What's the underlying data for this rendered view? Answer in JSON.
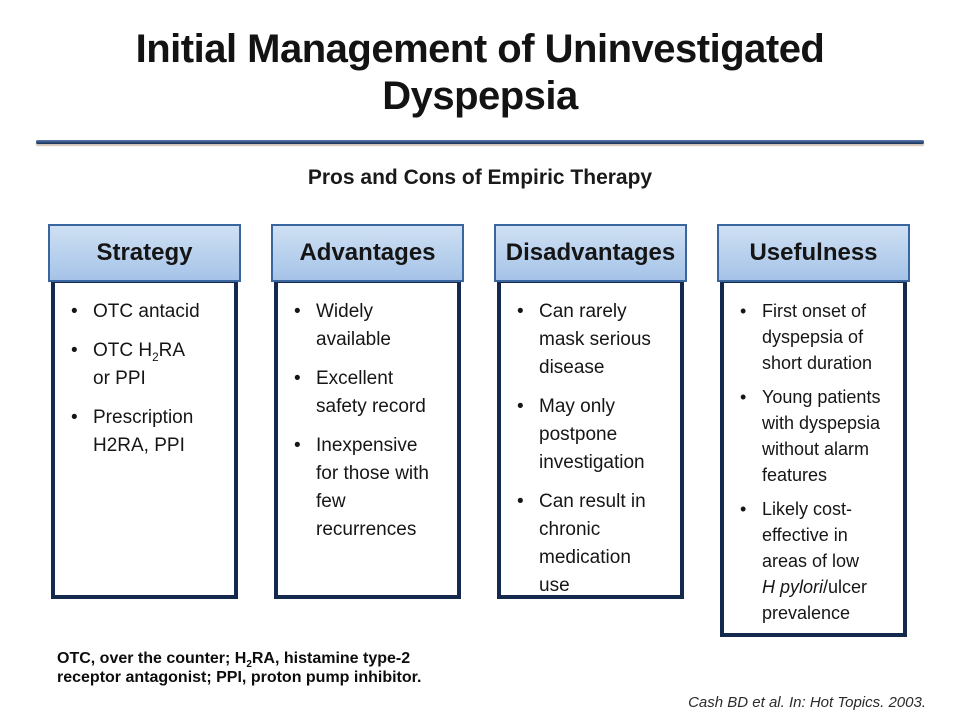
{
  "slide": {
    "title": "Initial Management of Uninvestigated Dyspepsia",
    "subtitle": "Pros and Cons of Empiric Therapy",
    "citation": "Cash BD et al. In: Hot Topics. 2003."
  },
  "colors": {
    "header_top": "#cfe0f3",
    "header_bottom": "#a5c3e8",
    "header_border": "#3a66a0",
    "box_border": "#14294e",
    "divider": "#27436f"
  },
  "columns": [
    {
      "header": "Strategy",
      "bullets": [
        [
          {
            "t": "OTC antacid"
          }
        ],
        [
          {
            "t": "OTC H"
          },
          {
            "t": "2",
            "s": "sub"
          },
          {
            "t": "RA"
          },
          {
            "br": true
          },
          {
            "t": "or PPI"
          }
        ],
        [
          {
            "t": "Prescription"
          },
          {
            "br": true
          },
          {
            "t": "H2RA, PPI"
          }
        ]
      ]
    },
    {
      "header": "Advantages",
      "bullets": [
        [
          {
            "t": "Widely"
          },
          {
            "br": true
          },
          {
            "t": "available"
          }
        ],
        [
          {
            "t": "Excellent"
          },
          {
            "br": true
          },
          {
            "t": "safety record"
          }
        ],
        [
          {
            "t": "Inexpensive"
          },
          {
            "br": true
          },
          {
            "t": "for those with"
          },
          {
            "br": true
          },
          {
            "t": "few"
          },
          {
            "br": true
          },
          {
            "t": "recurrences"
          }
        ]
      ]
    },
    {
      "header": "Disadvantages",
      "bullets": [
        [
          {
            "t": "Can rarely"
          },
          {
            "br": true
          },
          {
            "t": "mask serious"
          },
          {
            "br": true
          },
          {
            "t": "disease"
          }
        ],
        [
          {
            "t": "May only"
          },
          {
            "br": true
          },
          {
            "t": "postpone"
          },
          {
            "br": true
          },
          {
            "t": "investigation"
          }
        ],
        [
          {
            "t": "Can result in"
          },
          {
            "br": true
          },
          {
            "t": "chronic"
          },
          {
            "br": true
          },
          {
            "t": "medication"
          },
          {
            "br": true
          },
          {
            "t": "use"
          }
        ]
      ]
    },
    {
      "header": "Usefulness",
      "bullets": [
        [
          {
            "t": "First onset of"
          },
          {
            "br": true
          },
          {
            "t": "dyspepsia of"
          },
          {
            "br": true
          },
          {
            "t": "short duration"
          }
        ],
        [
          {
            "t": "Young patients"
          },
          {
            "br": true
          },
          {
            "t": "with dyspepsia"
          },
          {
            "br": true
          },
          {
            "t": "without alarm"
          },
          {
            "br": true
          },
          {
            "t": "features"
          }
        ],
        [
          {
            "t": "Likely cost-"
          },
          {
            "br": true
          },
          {
            "t": "effective in"
          },
          {
            "br": true
          },
          {
            "t": "areas of low"
          },
          {
            "br": true
          },
          {
            "t": "H pylori",
            "s": "i"
          },
          {
            "t": "/ulcer"
          },
          {
            "br": true
          },
          {
            "t": "prevalence"
          }
        ]
      ]
    }
  ],
  "footnote": {
    "segments": [
      {
        "t": "OTC, over the counter; H"
      },
      {
        "t": "2",
        "s": "sub"
      },
      {
        "t": "RA, histamine type-2"
      },
      {
        "br": true
      },
      {
        "t": "receptor antagonist; PPI, proton pump inhibitor."
      }
    ]
  }
}
